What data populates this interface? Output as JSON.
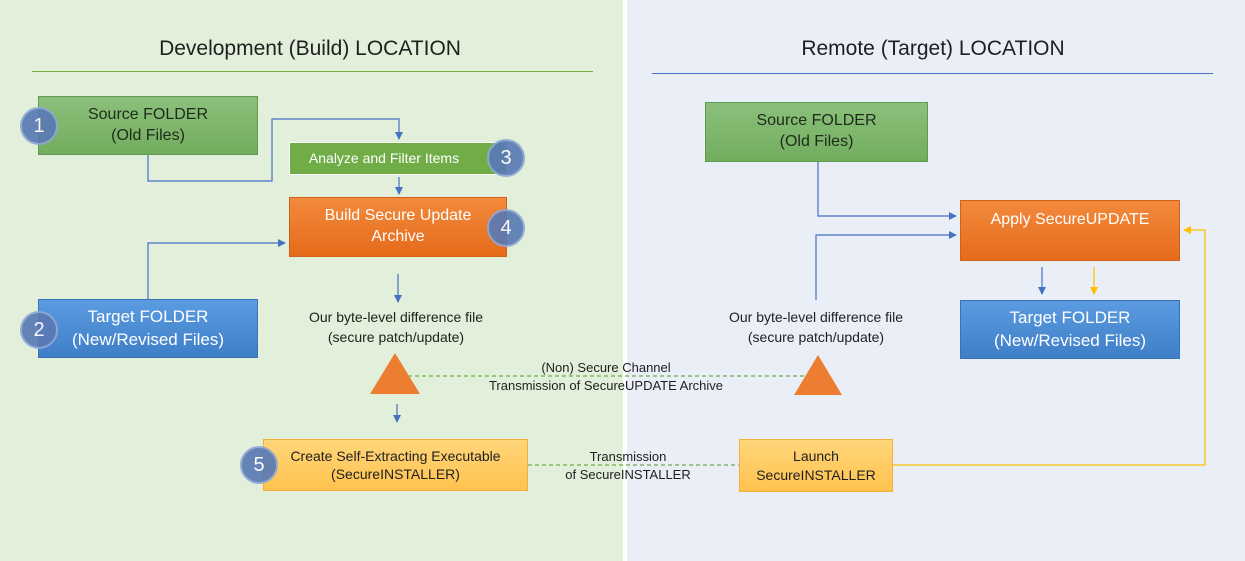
{
  "left_panel": {
    "title": "Development (Build) LOCATION",
    "source_folder": {
      "line1": "Source FOLDER",
      "line2": "(Old Files)"
    },
    "analyze": {
      "label": "Analyze and Filter Items"
    },
    "build_archive": {
      "line1": "Build Secure Update",
      "line2": "Archive"
    },
    "target_folder": {
      "line1": "Target FOLDER",
      "line2": "(New/Revised Files)"
    },
    "diff_note": {
      "line1": "Our byte-level difference file",
      "line2": "(secure patch/update)"
    },
    "create_installer": {
      "line1": "Create Self-Extracting Executable",
      "line2": "(SecureINSTALLER)"
    },
    "badges": [
      "1",
      "2",
      "3",
      "4",
      "5"
    ]
  },
  "right_panel": {
    "title": "Remote (Target) LOCATION",
    "source_folder": {
      "line1": "Source FOLDER",
      "line2": "(Old Files)"
    },
    "apply_update": {
      "label": "Apply SecureUPDATE"
    },
    "target_folder": {
      "line1": "Target FOLDER",
      "line2": "(New/Revised Files)"
    },
    "diff_note": {
      "line1": "Our byte-level difference file",
      "line2": "(secure patch/update)"
    },
    "launch": {
      "line1": "Launch",
      "line2": "SecureINSTALLER"
    }
  },
  "channels": {
    "archive": {
      "line1": "(Non) Secure Channel",
      "line2": "Transmission of SecureUPDATE Archive"
    },
    "installer": {
      "line1": "Transmission",
      "line2": "of SecureINSTALLER"
    }
  },
  "colors": {
    "left_bg": "#e2efda",
    "right_bg": "#e9eef7",
    "arrow_blue": "#4472c4",
    "arrow_yellow": "#ffc000",
    "dash_green": "#70ad47",
    "triangle": "#ed7d31"
  }
}
